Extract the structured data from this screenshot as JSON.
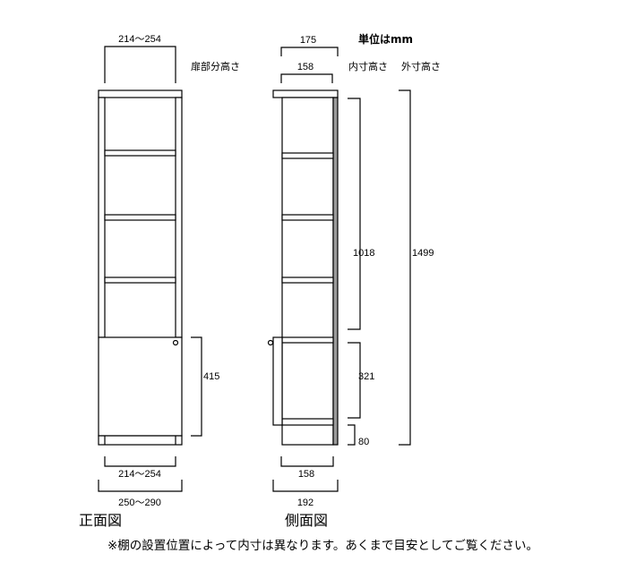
{
  "unit_label": "単位はmm",
  "labels": {
    "door_height": "扉部分高さ",
    "inner_height": "内寸高さ",
    "outer_height": "外寸高さ"
  },
  "front": {
    "title": "正面図",
    "top_width": "214〜254",
    "bottom_inner_width": "214〜254",
    "outer_width": "250〜290",
    "door_height": "415"
  },
  "side": {
    "title": "側面図",
    "top_depth": "175",
    "inner_depth_top": "158",
    "inner_depth_bottom": "158",
    "outer_depth": "192",
    "inner_height_upper": "1018",
    "inner_height_lower": "321",
    "plinth_height": "80",
    "outer_height": "1499"
  },
  "note": "※棚の設置位置によって内寸は異なります。あくまで目安としてご覧ください。",
  "colors": {
    "line": "#000000",
    "back_panel": "#9a9a9a"
  }
}
